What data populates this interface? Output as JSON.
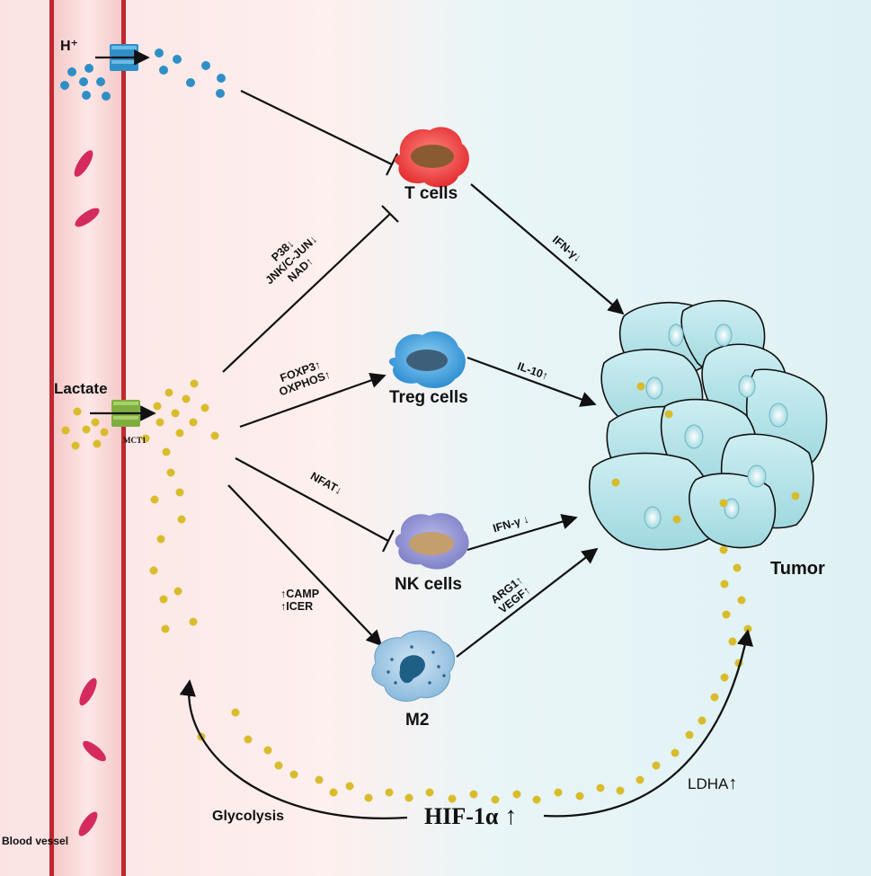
{
  "labels": {
    "blood_vessel": "Blood vessel",
    "h_plus": "H⁺",
    "lactate": "Lactate",
    "mct1": "MCT1",
    "t_cells": "T cells",
    "treg_cells": "Treg cells",
    "nk_cells": "NK cells",
    "m2": "M2",
    "tumor": "Tumor",
    "glycolysis": "Glycolysis",
    "hif": "HIF-1α",
    "ldha": "LDHA"
  },
  "edge_labels": {
    "t_pathway": [
      "P38↓",
      "JNK/C-JUN↓",
      "NAD↑"
    ],
    "treg_pathway": [
      "FOXP3↑",
      "OXPHOS↑"
    ],
    "nk_pathway": "NFAT↓",
    "m2_pathway": [
      "↑CAMP",
      "↑ICER"
    ],
    "t_to_tumor": "IFN-γ↓",
    "treg_to_tumor": "IL-10↑",
    "nk_to_tumor": "IFN-γ ↓",
    "m2_to_tumor": [
      "ARG1↑",
      "VEGF↑"
    ]
  },
  "colors": {
    "vessel_wall": "#c0282f",
    "rbc": "#d42a5c",
    "proton": "#2e8fc6",
    "lactate_dot": "#d9bc2c",
    "mct1": "#7fae3e",
    "proton_pump": "#2e8fc6",
    "t_cell": "#e8383c",
    "treg_cell": "#3d9bd8",
    "nk_cell": "#8e8fcf",
    "m2_cell": "#a8cde6",
    "tumor_fill": "#b9e5ea",
    "bg_left": "#fdeaea",
    "bg_right": "#e3f3f6"
  },
  "icons": [
    "proton-pump-icon",
    "mct1-transporter-icon",
    "t-cell-icon",
    "treg-cell-icon",
    "nk-cell-icon",
    "m2-macrophage-icon",
    "tumor-cells-icon",
    "red-blood-cell-icon"
  ]
}
